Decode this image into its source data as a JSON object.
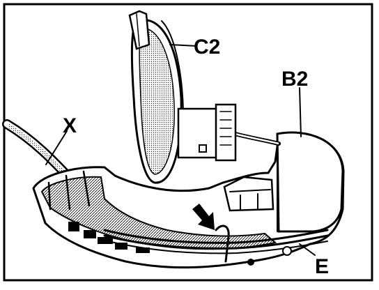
{
  "labels": {
    "c2": "C2",
    "b2": "B2",
    "x": "X",
    "e": "E"
  },
  "colors": {
    "ink": "#000000",
    "paper": "#ffffff",
    "shade": "#bdbdbd",
    "mid": "#8a8a8a"
  }
}
